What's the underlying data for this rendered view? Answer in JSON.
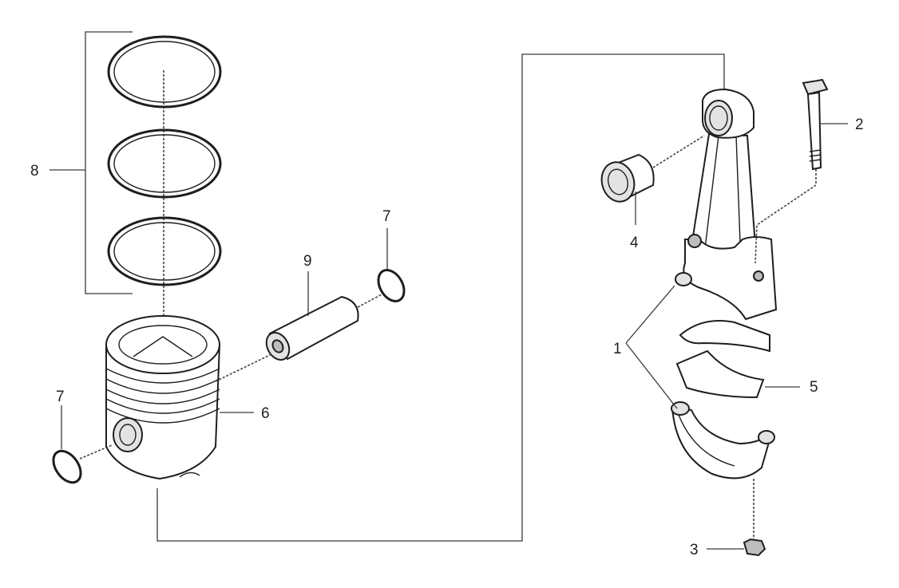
{
  "labels": {
    "conrod_bearing_shells": "1",
    "conrod_bolt": "2",
    "conrod_nut": "3",
    "small_end_bushing": "4",
    "conrod_cap": "5",
    "piston": "6",
    "circlip_right": "7",
    "circlip_left": "7",
    "piston_rings": "8",
    "piston_pin": "9"
  }
}
